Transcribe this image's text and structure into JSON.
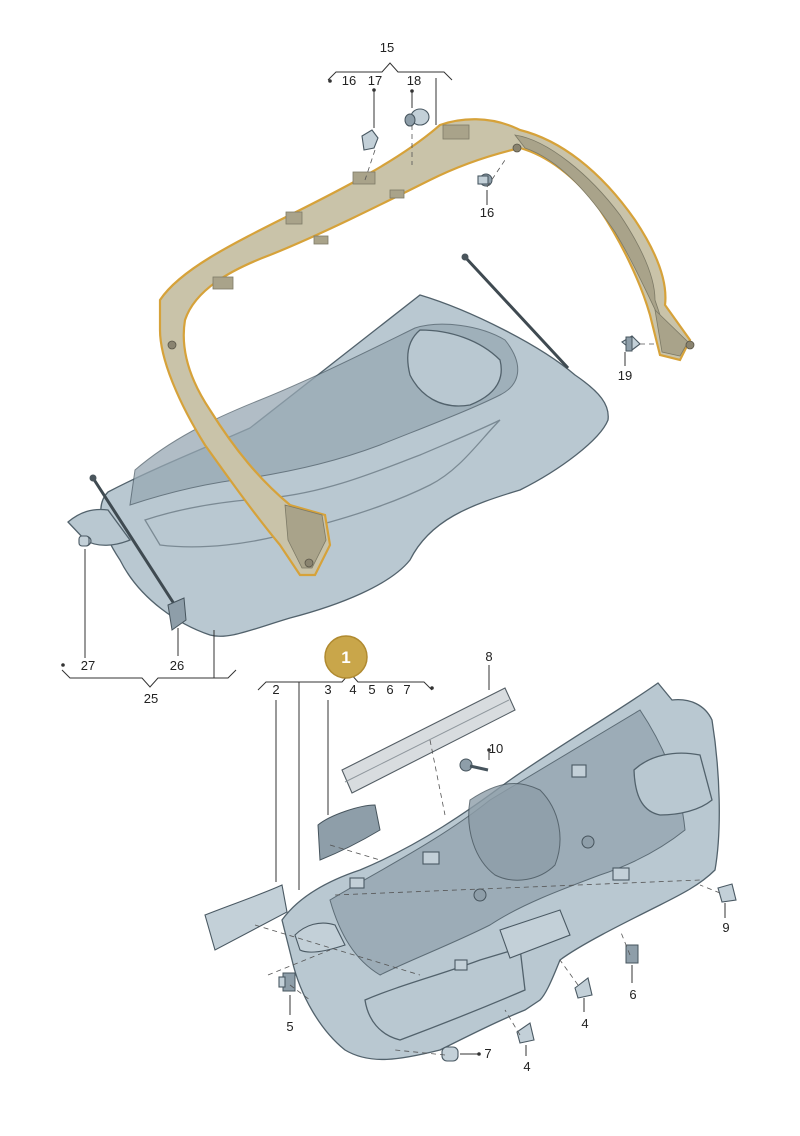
{
  "accent_color": "#c9a64a",
  "callout": {
    "label": "1"
  },
  "labels": {
    "p2": "2",
    "p3": "3",
    "p4a": "4",
    "p4b": "4",
    "p4c": "4",
    "p5a": "5",
    "p5b": "5",
    "p6a": "6",
    "p6b": "6",
    "p7a": "7",
    "p7b": "7",
    "p8": "8",
    "p9": "9",
    "p10": "10",
    "p15": "15",
    "p16a": "16",
    "p16b": "16",
    "p17": "17",
    "p18": "18",
    "p19": "19",
    "p25": "25",
    "p26": "26",
    "p27": "27"
  }
}
